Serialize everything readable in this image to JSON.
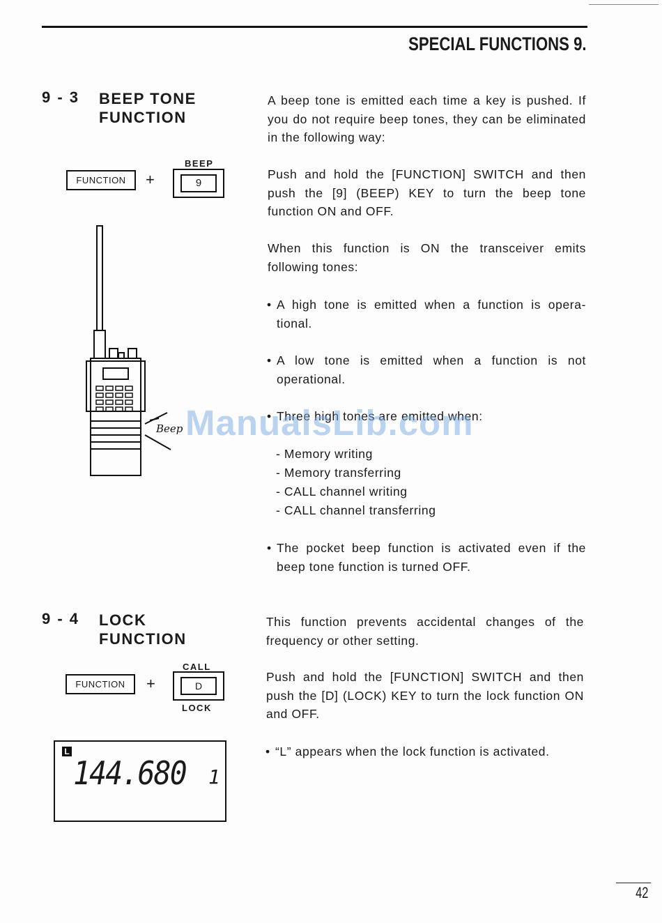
{
  "header": {
    "title": "SPECIAL FUNCTIONS 9."
  },
  "section_9_3": {
    "number": "9 - 3",
    "title_line1": "BEEP TONE",
    "title_line2": "FUNCTION",
    "key_function_label": "FUNCTION",
    "plus": "+",
    "key_top_label": "BEEP",
    "key_value": "9",
    "beep_scribble": "Beep",
    "paragraphs": [
      "A beep tone is emitted each time a key is pushed. If you do not require beep tones, they can be eliminated in the following way:",
      "Push and hold the [FUNCTION] SWITCH and then push the [9] (BEEP) KEY to turn the beep tone function ON and OFF.",
      "When this function is ON the transceiver emits following tones:"
    ],
    "bullets": [
      "A high tone is emitted when a function is opera-tional.",
      "A low tone is emitted when a function is not operational.",
      "Three high tones are emitted when:"
    ],
    "bullet_dot": "•",
    "dash_items": [
      "- Memory writing",
      "- Memory transferring",
      "- CALL channel writing",
      "- CALL channel transferring"
    ],
    "final_bullet": "The pocket beep function is activated even if the beep tone function is turned OFF."
  },
  "section_9_4": {
    "number": "9 - 4",
    "title_line1": "LOCK",
    "title_line2": "FUNCTION",
    "key_function_label": "FUNCTION",
    "plus": "+",
    "key_top_label": "CALL",
    "key_value": "D",
    "key_bottom_label": "LOCK",
    "lcd_indicator": "L",
    "lcd_frequency": "144.680",
    "lcd_right": "1",
    "paragraphs": [
      "This function prevents accidental changes of the frequency or other setting.",
      "Push and hold the [FUNCTION] SWITCH and then push the [D] (LOCK) KEY to turn the lock function ON and OFF."
    ],
    "bullet": "“L” appears when the lock function is activated."
  },
  "watermark": "ManualsLib.com",
  "page_number": "42"
}
